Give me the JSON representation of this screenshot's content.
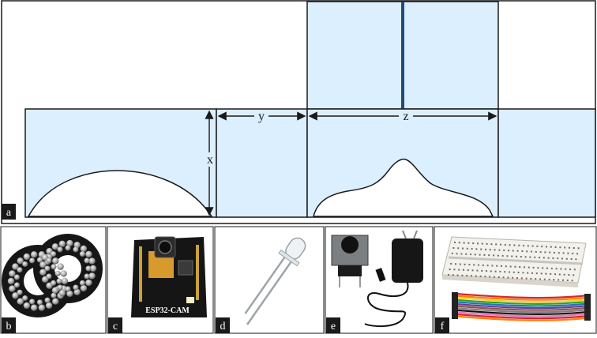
{
  "panel_a": {
    "label": "a",
    "dimensions": {
      "x": "x",
      "y": "y",
      "z": "z"
    },
    "colors": {
      "fill": "#dcefff",
      "stroke": "#1a1a1a",
      "divider": "#1f4e79"
    }
  },
  "photo_panels": [
    {
      "label": "b",
      "subject": "infrared LED ring boards"
    },
    {
      "label": "c",
      "subject": "ESP32-CAM module",
      "board_text": "ESP32-CAM"
    },
    {
      "label": "d",
      "subject": "LED"
    },
    {
      "label": "e",
      "subject": "push button and power adapter"
    },
    {
      "label": "f",
      "subject": "breadboard and jumper wires"
    }
  ]
}
